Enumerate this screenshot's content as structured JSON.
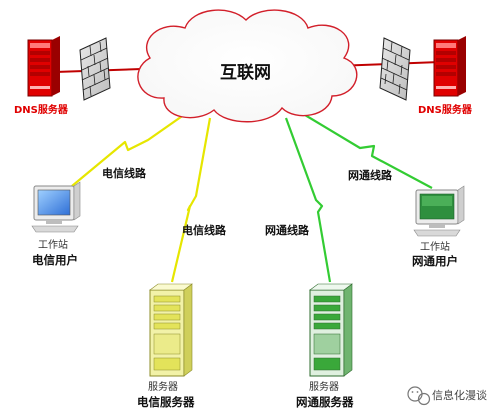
{
  "cloud": {
    "label": "互联网"
  },
  "dns_left": {
    "label": "DNS服务器"
  },
  "dns_right": {
    "label": "DNS服务器"
  },
  "telecom_line_upper": {
    "label": "电信线路"
  },
  "telecom_line_lower": {
    "label": "电信线路"
  },
  "netcom_line_upper": {
    "label": "网通线路"
  },
  "netcom_line_lower": {
    "label": "网通线路"
  },
  "telecom_user": {
    "caption": "工作站",
    "label": "电信用户"
  },
  "netcom_user": {
    "caption": "工作站",
    "label": "网通用户"
  },
  "telecom_server": {
    "caption": "服务器",
    "label": "电信服务器"
  },
  "netcom_server": {
    "caption": "服务器",
    "label": "网通服务器"
  },
  "watermark": {
    "text": "信息化漫谈"
  },
  "colors": {
    "cloud_outline": "#d21f2a",
    "dns_red": "#e00000",
    "telecom_yellow": "#e6e600",
    "netcom_green": "#33cc33",
    "server_green": "#2e9a2e",
    "server_yellow": "#d9d94a"
  }
}
